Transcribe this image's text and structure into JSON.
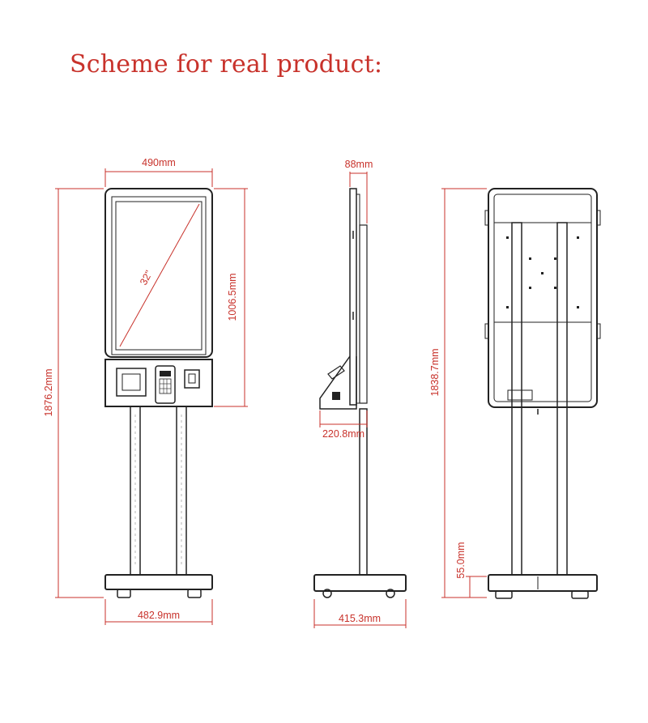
{
  "heading": "Scheme for real product:",
  "colors": {
    "dimension": "#c8322b",
    "outline": "#222222"
  },
  "front_view": {
    "width_label": "490mm",
    "screen_height_label": "1006.5mm",
    "total_height_label": "1876.2mm",
    "base_width_label": "482.9mm",
    "diagonal_label": "32\""
  },
  "side_view": {
    "depth_top_label": "88mm",
    "shelf_depth_label": "220.8mm",
    "base_depth_label": "415.3mm"
  },
  "back_view": {
    "height_label": "1838.7mm",
    "foot_height_label": "55.0mm"
  }
}
